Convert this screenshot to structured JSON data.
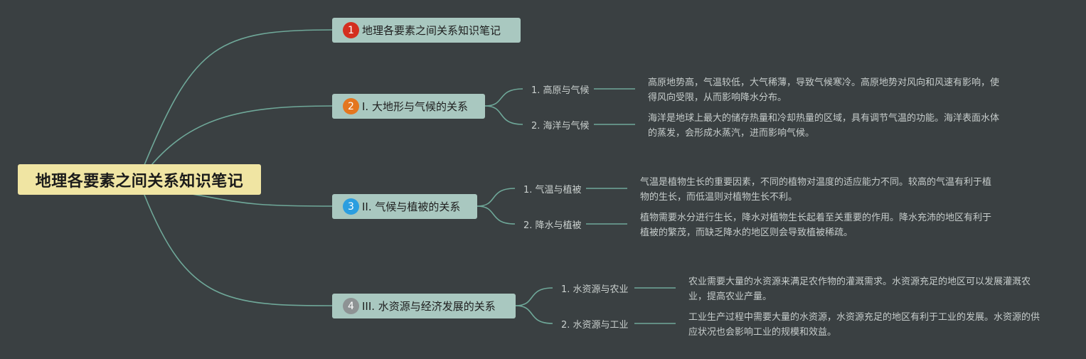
{
  "root": {
    "title": "地理各要素之间关系知识笔记"
  },
  "colors": {
    "background": "#3a4042",
    "connector": "#6fa899",
    "root_fill": "#f0e5a3",
    "main_fill": "#a9c8c0"
  },
  "branches": [
    {
      "badge": "1",
      "badge_color": "#d42e1f",
      "label": "地理各要素之间关系知识笔记",
      "children": []
    },
    {
      "badge": "2",
      "badge_color": "#e4761f",
      "label": "I. 大地形与气候的关系",
      "children": [
        {
          "label": "1. 高原与气候",
          "desc": "高原地势高，气温较低，大气稀薄，导致气候寒冷。高原地势对风向和风速有影响，使得风向受限，从而影响降水分布。"
        },
        {
          "label": "2. 海洋与气候",
          "desc": "海洋是地球上最大的储存热量和冷却热量的区域，具有调节气温的功能。海洋表面水体的蒸发，会形成水蒸汽，进而影响气候。"
        }
      ]
    },
    {
      "badge": "3",
      "badge_color": "#2b9ee0",
      "label": "II. 气候与植被的关系",
      "children": [
        {
          "label": "1. 气温与植被",
          "desc": "气温是植物生长的重要因素，不同的植物对温度的适应能力不同。较高的气温有利于植物的生长，而低温则对植物生长不利。"
        },
        {
          "label": "2. 降水与植被",
          "desc": "植物需要水分进行生长，降水对植物生长起着至关重要的作用。降水充沛的地区有利于植被的繁茂，而缺乏降水的地区则会导致植被稀疏。"
        }
      ]
    },
    {
      "badge": "4",
      "badge_color": "#8e9394",
      "label": "III. 水资源与经济发展的关系",
      "children": [
        {
          "label": "1. 水资源与农业",
          "desc": "农业需要大量的水资源来满足农作物的灌溉需求。水资源充足的地区可以发展灌溉农业，提高农业产量。"
        },
        {
          "label": "2. 水资源与工业",
          "desc": "工业生产过程中需要大量的水资源，水资源充足的地区有利于工业的发展。水资源的供应状况也会影响工业的规模和效益。"
        }
      ]
    }
  ]
}
